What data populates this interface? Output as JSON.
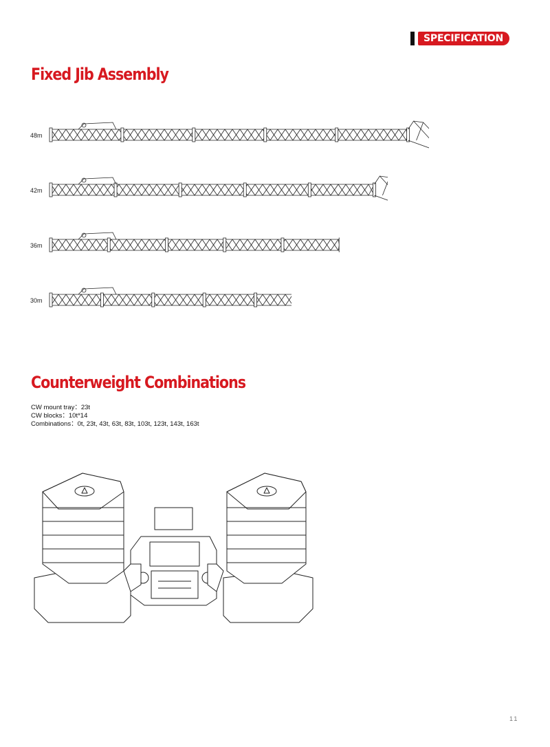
{
  "header": {
    "tag_label": "SPECIFICATION"
  },
  "jib_section": {
    "title": "Fixed Jib Assembly",
    "rows": [
      {
        "label": "48m",
        "length_m": 48
      },
      {
        "label": "42m",
        "length_m": 42
      },
      {
        "label": "36m",
        "length_m": 36
      },
      {
        "label": "30m",
        "length_m": 30
      }
    ]
  },
  "counterweight_section": {
    "title": "Counterweight Combinations",
    "lines": [
      "CW mount tray：23t",
      "CW blocks：10t*14",
      "Combinations：0t, 23t, 43t, 63t, 83t, 103t, 123t, 143t, 163t"
    ]
  },
  "footer": {
    "page_number": "11"
  },
  "colors": {
    "accent": "#d71920",
    "line": "#222222"
  }
}
